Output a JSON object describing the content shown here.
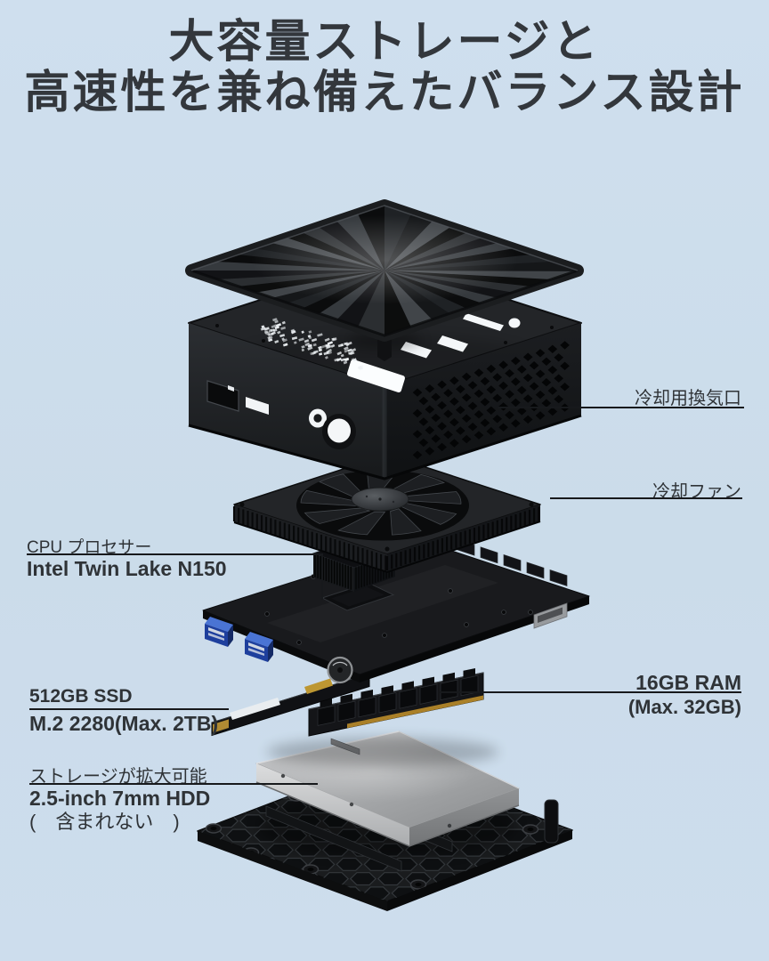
{
  "page": {
    "title": {
      "line1": "大容量ストレージと",
      "line2": "高速性を兼ね備えたバランス設計"
    }
  },
  "callouts": {
    "vent": {
      "label": "冷却用換気口"
    },
    "fan": {
      "label": "冷却ファン"
    },
    "cpu": {
      "label": "CPU プロセサー",
      "value": "Intel Twin Lake N150"
    },
    "ssd": {
      "label": "512GB SSD",
      "value": "M.2 2280(Max. 2TB)"
    },
    "ram": {
      "label": "16GB RAM",
      "value": "(Max. 32GB)"
    },
    "storage": {
      "label": "ストレージが拡大可能",
      "value": "2.5-inch 7mm HDD",
      "note": "(　含まれない　)"
    }
  },
  "illustration": {
    "type": "exploded-view-mini-pc",
    "parts": [
      "top-cover",
      "chassis",
      "cooling-fan",
      "motherboard",
      "m2-ssd",
      "ram-module",
      "hdd-2-5-inch",
      "bottom-cover"
    ]
  },
  "colors": {
    "background": "#cfdeec",
    "text": "#33373c",
    "callout_line": "#17191c"
  }
}
